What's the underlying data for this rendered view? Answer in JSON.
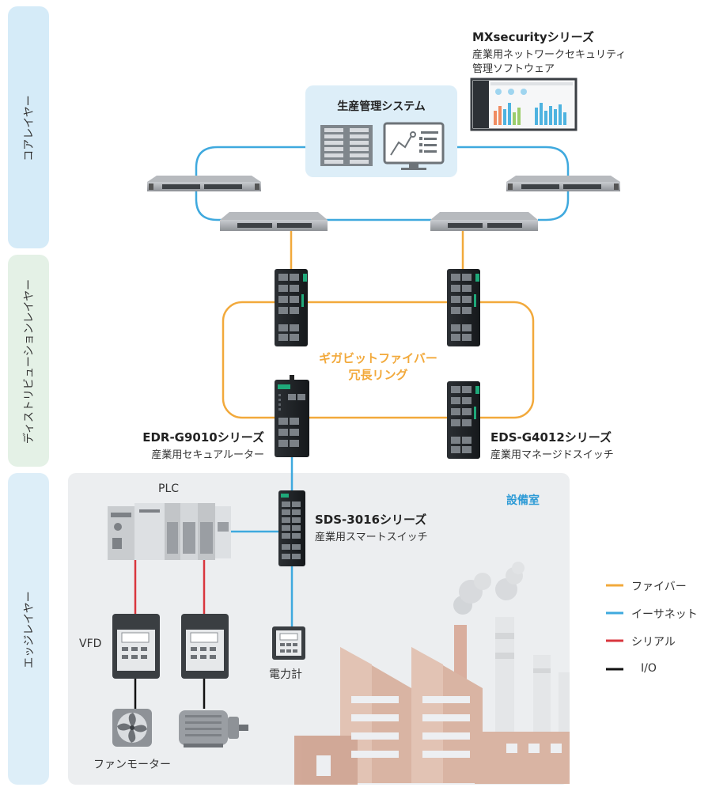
{
  "layers": {
    "core": "コアレイヤー",
    "distribution": "ディストリビューションレイヤー",
    "edge": "エッジレイヤー"
  },
  "mxsecurity": {
    "title": "MXsecurityシリーズ",
    "line1": "産業用ネットワークセキュリティ",
    "line2": "管理ソフトウェア"
  },
  "production_system": "生産管理システム",
  "ring": {
    "line1": "ギガビットファイバー",
    "line2": "冗長リング"
  },
  "edr": {
    "title": "EDR-G9010シリーズ",
    "subtitle": "産業用セキュアルーター"
  },
  "eds": {
    "title": "EDS-G4012シリーズ",
    "subtitle": "産業用マネージドスイッチ"
  },
  "sds": {
    "title": "SDS-3016シリーズ",
    "subtitle": "産業用スマートスイッチ"
  },
  "equipment_room": "設備室",
  "plc": "PLC",
  "vfd": "VFD",
  "power_meter": "電力計",
  "fan_motor": "ファンモーター",
  "legend": [
    {
      "label": "ファイバー",
      "color": "#F2A93B"
    },
    {
      "label": "イーサネット",
      "color": "#3FA9DE"
    },
    {
      "label": "シリアル",
      "color": "#D9363E"
    },
    {
      "label": "I/O",
      "color": "#111111"
    }
  ],
  "colors": {
    "fiber": "#F2A93B",
    "ethernet": "#3FA9DE",
    "serial": "#D9363E",
    "io": "#111111",
    "core_band": "#D5EBF8",
    "dist_band": "#E4F1E6",
    "edge_band": "#DDEEF8",
    "accent": "#2E9BD6"
  }
}
